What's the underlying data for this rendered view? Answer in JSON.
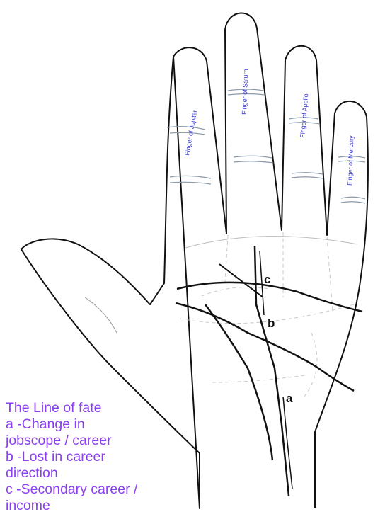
{
  "fingers": {
    "jupiter": "Finger of Jupiter",
    "saturn": "Finger of Saturn",
    "apollo": "Finger of Apollo",
    "mercury": "Finger of Mercury"
  },
  "markers": {
    "a": "a",
    "b": "b",
    "c": "c"
  },
  "legend": {
    "title": "The Line of fate",
    "lines": [
      "a -Change in",
      "jobscope / career",
      "b -Lost in career",
      "direction",
      "c -Secondary career /",
      "income"
    ]
  },
  "colors": {
    "legend_text": "#8a3ff0",
    "finger_text": "#3a3ad0",
    "outline": "#111111",
    "guide_dash": "#c8c8c8"
  }
}
